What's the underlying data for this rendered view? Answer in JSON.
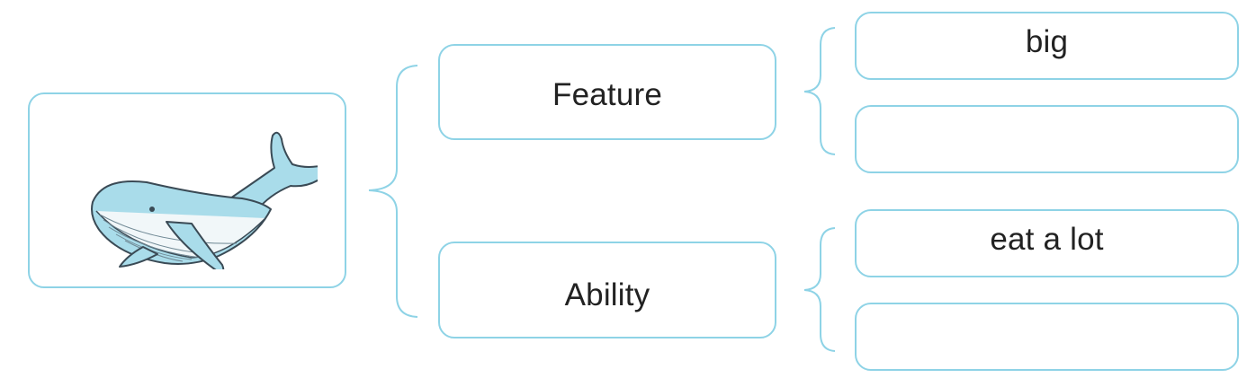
{
  "diagram": {
    "subject": {
      "icon": "whale-illustration"
    },
    "branches": [
      {
        "label": "Feature",
        "answers": [
          "big",
          ""
        ]
      },
      {
        "label": "Ability",
        "answers": [
          "eat a lot",
          ""
        ]
      }
    ]
  },
  "colors": {
    "border": "#8ed3e6",
    "whale_body": "#a9dcea",
    "whale_outline": "#3a4a55",
    "text": "#222222"
  }
}
